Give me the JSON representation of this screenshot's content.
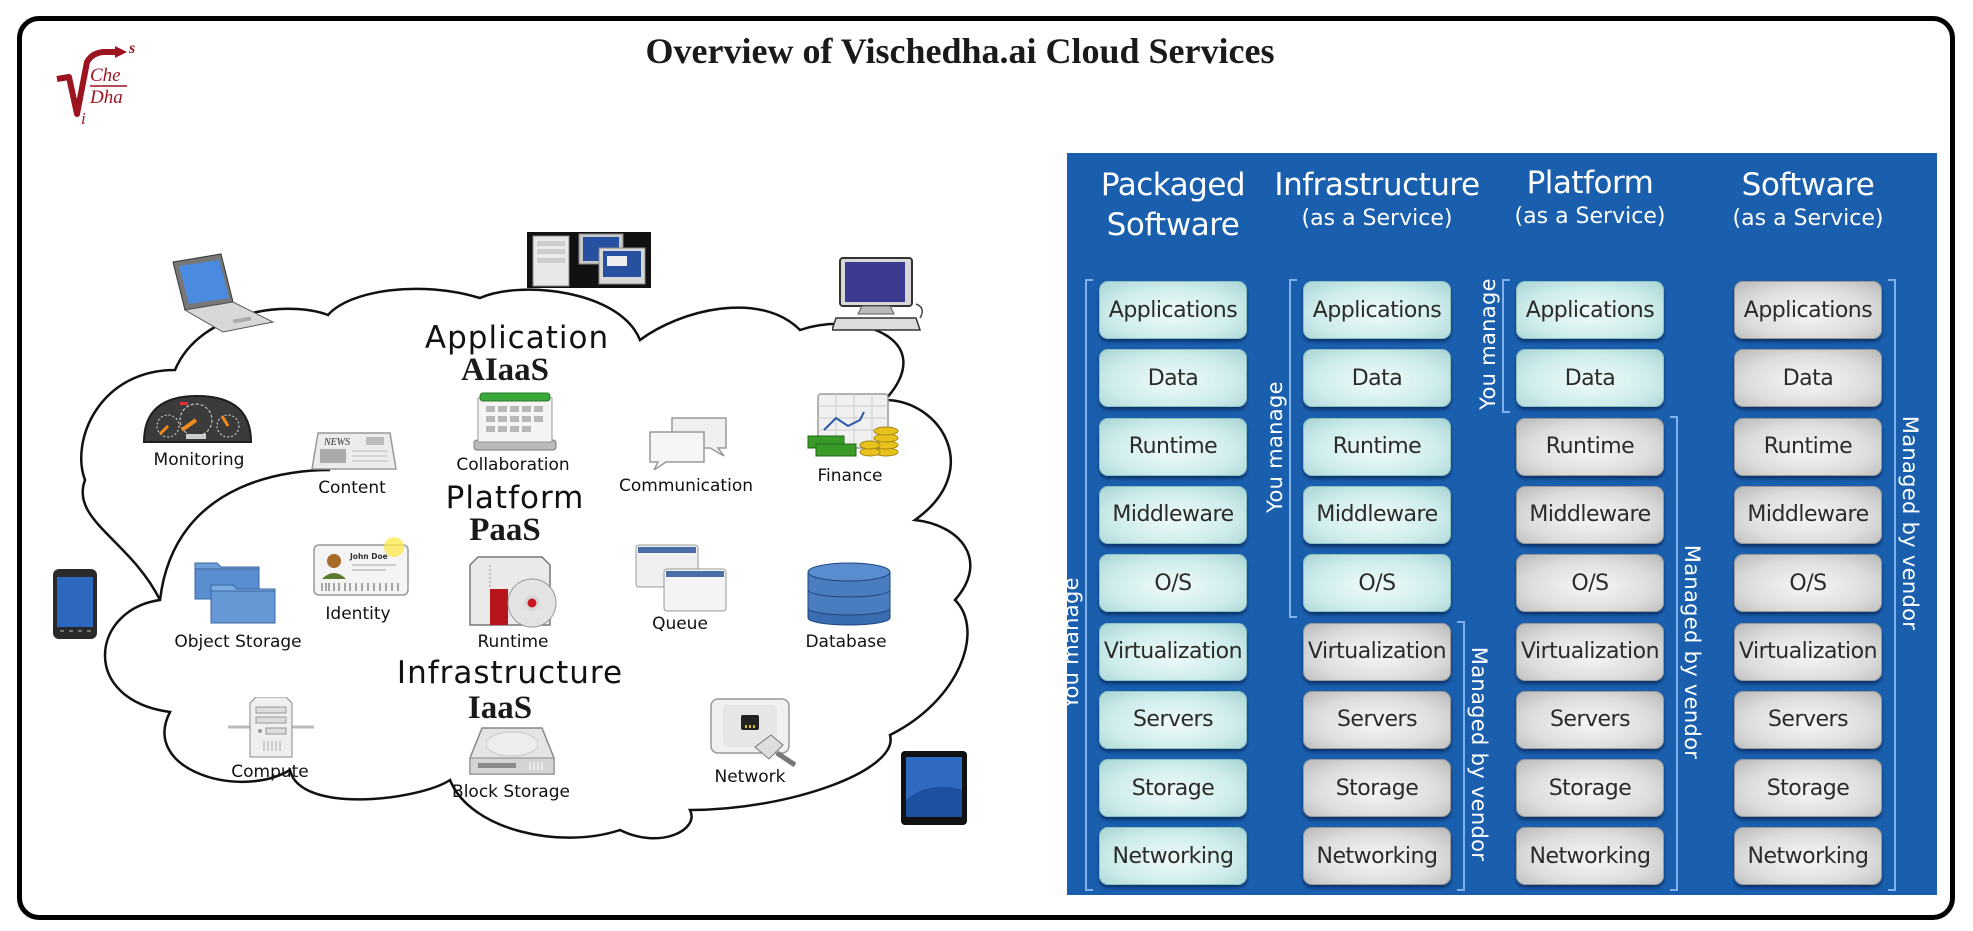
{
  "title": "Overview of Vischedha.ai Cloud Services",
  "logo": {
    "top_letter": "s",
    "line1": "Che",
    "line2": "Dha",
    "bottom_letter": "i",
    "color": "#9b1420"
  },
  "cloud": {
    "tiers": [
      {
        "name": "Application",
        "abbr": "AIaaS"
      },
      {
        "name": "Platform",
        "abbr": "PaaS"
      },
      {
        "name": "Infrastructure",
        "abbr": "IaaS"
      }
    ],
    "services": [
      {
        "label": "Monitoring",
        "icon": "dashboard-gauge-icon"
      },
      {
        "label": "Content",
        "icon": "newspaper-icon",
        "icon_text": "NEWS"
      },
      {
        "label": "Collaboration",
        "icon": "calendar-icon"
      },
      {
        "label": "Communication",
        "icon": "chat-bubbles-icon"
      },
      {
        "label": "Finance",
        "icon": "finance-chart-money-icon"
      },
      {
        "label": "Object Storage",
        "icon": "folders-icon"
      },
      {
        "label": "Identity",
        "icon": "id-card-icon",
        "icon_text": "John Doe"
      },
      {
        "label": "Runtime",
        "icon": "runtime-box-disc-icon"
      },
      {
        "label": "Queue",
        "icon": "stacked-windows-icon"
      },
      {
        "label": "Database",
        "icon": "database-cylinder-icon"
      },
      {
        "label": "Compute",
        "icon": "server-tower-icon"
      },
      {
        "label": "Block Storage",
        "icon": "hard-drive-icon"
      },
      {
        "label": "Network",
        "icon": "ethernet-port-icon"
      }
    ],
    "devices": [
      {
        "name": "laptop",
        "icon": "laptop-icon"
      },
      {
        "name": "workstation",
        "icon": "server-and-monitors-icon"
      },
      {
        "name": "desktop",
        "icon": "desktop-computer-icon"
      },
      {
        "name": "smartphone",
        "icon": "smartphone-icon"
      },
      {
        "name": "tablet",
        "icon": "tablet-icon"
      }
    ]
  },
  "stack": {
    "colors": {
      "panel": "#1a5fae",
      "you_manage": "#cdeceb",
      "vendor_managed": "#dcdcdc",
      "bracket": "#7fb2ea"
    },
    "layers": [
      "Applications",
      "Data",
      "Runtime",
      "Middleware",
      "O/S",
      "Virtualization",
      "Servers",
      "Storage",
      "Networking"
    ],
    "you_manage_label": "You manage",
    "vendor_label": "Managed by vendor",
    "columns": [
      {
        "title": "Packaged",
        "title2": "Software",
        "subtitle": "",
        "you_manage_count": 9
      },
      {
        "title": "Infrastructure",
        "title2": "",
        "subtitle": "(as a Service)",
        "you_manage_count": 5
      },
      {
        "title": "Platform",
        "title2": "",
        "subtitle": "(as a Service)",
        "you_manage_count": 2
      },
      {
        "title": "Software",
        "title2": "",
        "subtitle": "(as a Service)",
        "you_manage_count": 0
      }
    ]
  }
}
